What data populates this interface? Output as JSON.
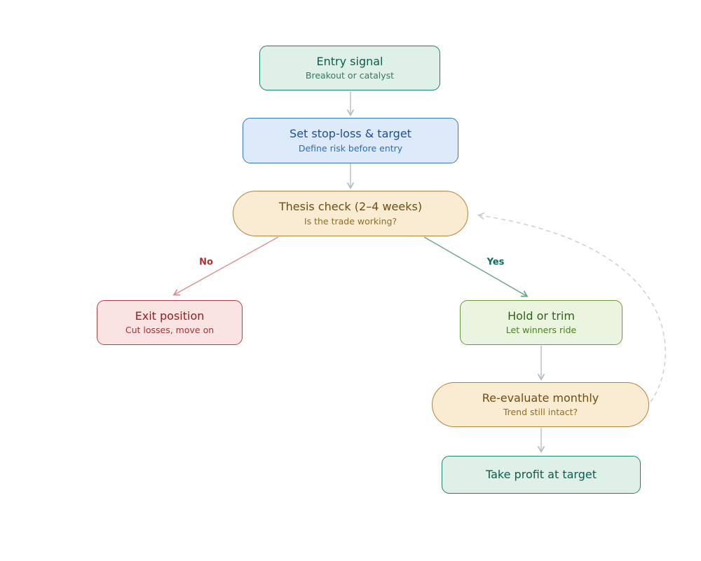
{
  "canvas": {
    "background": "#ffffff"
  },
  "diagram": {
    "nodes": [
      {
        "id": "entry-signal",
        "title": "Entry signal",
        "subtitle": "Breakout or catalyst",
        "shape": "rect",
        "fill": "#def0e7",
        "border": "#1f8170",
        "title_color": "#0d5c4e",
        "subtitle_color": "#2e7d62"
      },
      {
        "id": "set-stop-loss",
        "title": "Set stop-loss & target",
        "subtitle": "Define risk before entry",
        "shape": "rect",
        "fill": "#ddeaf9",
        "border": "#3478c4",
        "title_color": "#1c4e94",
        "subtitle_color": "#2e6cb6"
      },
      {
        "id": "thesis-check",
        "title": "Thesis check (2–4 weeks)",
        "subtitle": "Is the trade working?",
        "shape": "stadium",
        "fill": "#faecd3",
        "border": "#b5823c",
        "title_color": "#6d4d13",
        "subtitle_color": "#926e1e"
      },
      {
        "id": "exit-position",
        "title": "Exit position",
        "subtitle": "Cut losses, move on",
        "shape": "rect",
        "fill": "#f9e3e3",
        "border": "#ad4444",
        "title_color": "#8e1f1f",
        "subtitle_color": "#a23232"
      },
      {
        "id": "hold-or-trim",
        "title": "Hold or trim",
        "subtitle": "Let winners ride",
        "shape": "rect",
        "fill": "#ebf4df",
        "border": "#68993f",
        "title_color": "#2f611a",
        "subtitle_color": "#47801f"
      },
      {
        "id": "re-evaluate",
        "title": "Re-evaluate monthly",
        "subtitle": "Trend still intact?",
        "shape": "stadium",
        "fill": "#faecd3",
        "border": "#b5823c",
        "title_color": "#6d4d13",
        "subtitle_color": "#926e1e"
      },
      {
        "id": "take-profit",
        "title": "Take profit at target",
        "subtitle": "",
        "shape": "rect",
        "fill": "#def0e7",
        "border": "#1f8170",
        "title_color": "#0d5c4e",
        "subtitle_color": "#2e7d62"
      }
    ],
    "edge_labels": [
      {
        "text": "No",
        "color": "#b52d2d"
      },
      {
        "text": "Yes",
        "color": "#0d6b60"
      }
    ],
    "edge_colors": {
      "default": "#b6bdc9",
      "no_branch": "#d88f8f",
      "yes_branch": "#6aa38e",
      "feedback_dashed": "#c9ccd4"
    },
    "edges": [
      {
        "from": "entry-signal",
        "to": "set-stop-loss"
      },
      {
        "from": "set-stop-loss",
        "to": "thesis-check"
      },
      {
        "from": "thesis-check",
        "to": "exit-position",
        "label": "No"
      },
      {
        "from": "thesis-check",
        "to": "hold-or-trim",
        "label": "Yes"
      },
      {
        "from": "hold-or-trim",
        "to": "re-evaluate"
      },
      {
        "from": "re-evaluate",
        "to": "take-profit"
      },
      {
        "from": "re-evaluate",
        "to": "thesis-check",
        "style": "dashed"
      }
    ]
  }
}
